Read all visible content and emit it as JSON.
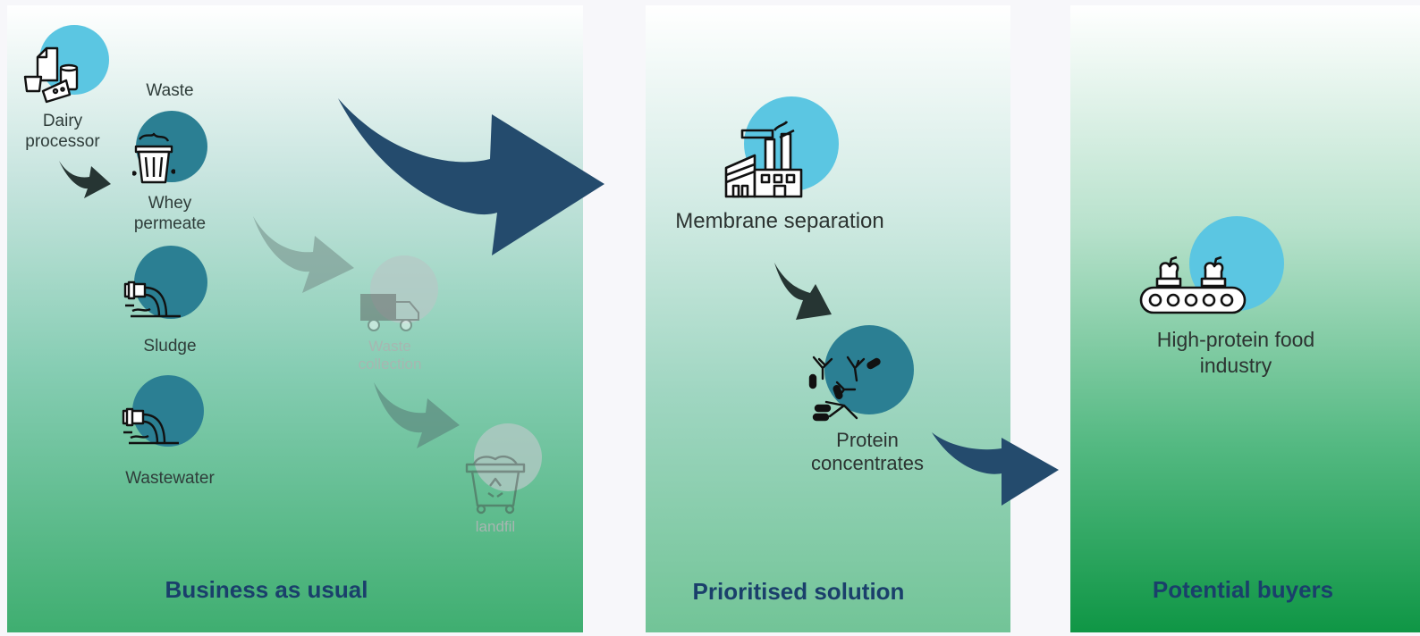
{
  "panels": {
    "business_as_usual": {
      "title": "Business as usual",
      "nodes": {
        "dairy_processor": "Dairy\nprocessor",
        "waste": "Waste",
        "whey_permeate": "Whey\npermeate",
        "sludge": "Sludge",
        "wastewater": "Wastewater",
        "waste_collection": "Waste\ncollection",
        "landfill": "landfil"
      }
    },
    "prioritised_solution": {
      "title": "Prioritised solution",
      "nodes": {
        "membrane_separation": "Membrane separation",
        "protein_concentrates": "Protein\nconcentrates"
      }
    },
    "potential_buyers": {
      "title": "Potential buyers",
      "nodes": {
        "high_protein_food_industry": "High-protein food\nindustry"
      }
    }
  },
  "icons": {
    "dairy_processor": "dairy-products-icon",
    "whey_permeate": "waste-bin-icon",
    "sludge": "discharge-pipe-icon",
    "wastewater": "discharge-pipe-icon",
    "waste_collection": "truck-icon",
    "landfill": "recycling-dumpster-icon",
    "membrane_separation": "factory-icon",
    "protein_concentrates": "protein-molecule-icon",
    "high_protein_food_industry": "conveyor-belt-icon"
  },
  "colors": {
    "title_text": "#1a3f6b",
    "accent_light_circle": "#5bc6e2",
    "accent_dark_circle": "#2b7f93",
    "big_arrow": "#244b6d",
    "small_arrow": "#263533",
    "faded_arrow": "#7f9c95"
  }
}
